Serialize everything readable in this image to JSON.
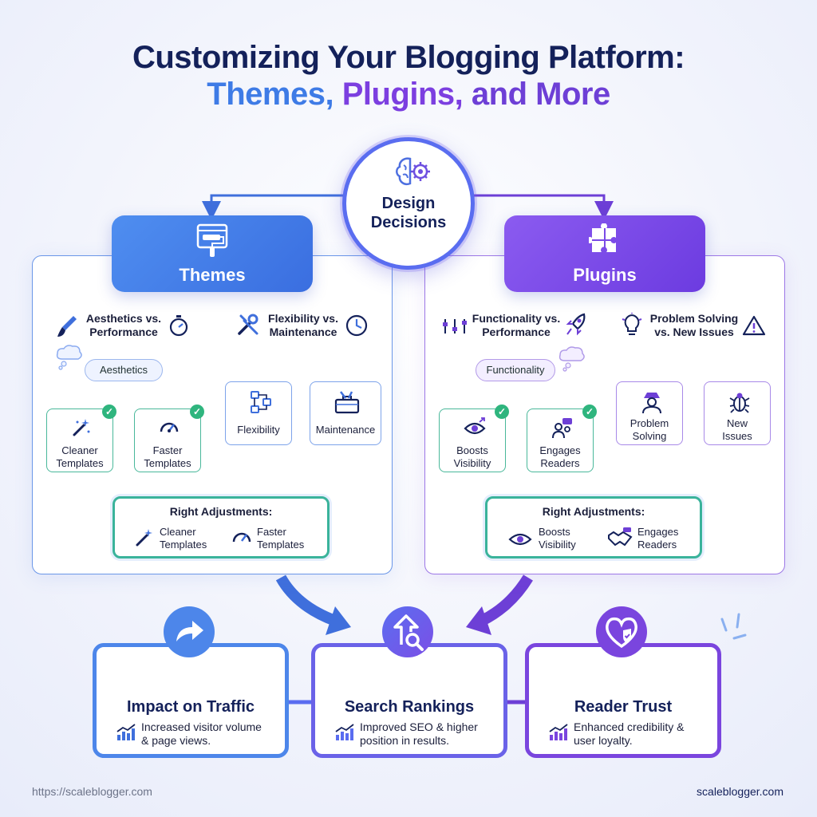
{
  "title": {
    "line1": "Customizing Your Blogging Platform:",
    "line2_a": "Themes,",
    "line2_b": "Plugins,",
    "line2_c": "and More"
  },
  "center": {
    "label_1": "Design",
    "label_2": "Decisions"
  },
  "themes": {
    "header": "Themes",
    "heading_a_1": "Aesthetics vs.",
    "heading_a_2": "Performance",
    "heading_b_1": "Flexibility vs.",
    "heading_b_2": "Maintenance",
    "pill": "Aesthetics",
    "node1_1": "Cleaner",
    "node1_2": "Templates",
    "node2_1": "Faster",
    "node2_2": "Templates",
    "node3": "Flexibility",
    "node4": "Maintenance",
    "adj_title": "Right Adjustments:",
    "adj1_1": "Cleaner",
    "adj1_2": "Templates",
    "adj2_1": "Faster",
    "adj2_2": "Templates"
  },
  "plugins": {
    "header": "Plugins",
    "heading_a_1": "Functionality vs.",
    "heading_a_2": "Performance",
    "heading_b_1": "Problem Solving",
    "heading_b_2": "vs. New Issues",
    "pill": "Functionality",
    "node1_1": "Boosts",
    "node1_2": "Visibility",
    "node2_1": "Engages",
    "node2_2": "Readers",
    "node3_1": "Problem",
    "node3_2": "Solving",
    "node4_1": "New",
    "node4_2": "Issues",
    "adj_title": "Right Adjustments:",
    "adj1_1": "Boosts",
    "adj1_2": "Visibility",
    "adj2_1": "Engages",
    "adj2_2": "Readers"
  },
  "cards": [
    {
      "title": "Impact on Traffic",
      "desc_1": "Increased visitor volume",
      "desc_2": "& page views."
    },
    {
      "title": "Search Rankings",
      "desc_1": "Improved SEO & higher",
      "desc_2": "position in results."
    },
    {
      "title": "Reader Trust",
      "desc_1": "Enhanced credibility &",
      "desc_2": "user loyalty."
    }
  ],
  "footer": {
    "left": "https://scaleblogger.com",
    "right": "scaleblogger.com"
  },
  "colors": {
    "blue": "#3e7be6",
    "purple": "#7c3fe0",
    "green": "#2fb57e",
    "navy": "#14215a"
  }
}
